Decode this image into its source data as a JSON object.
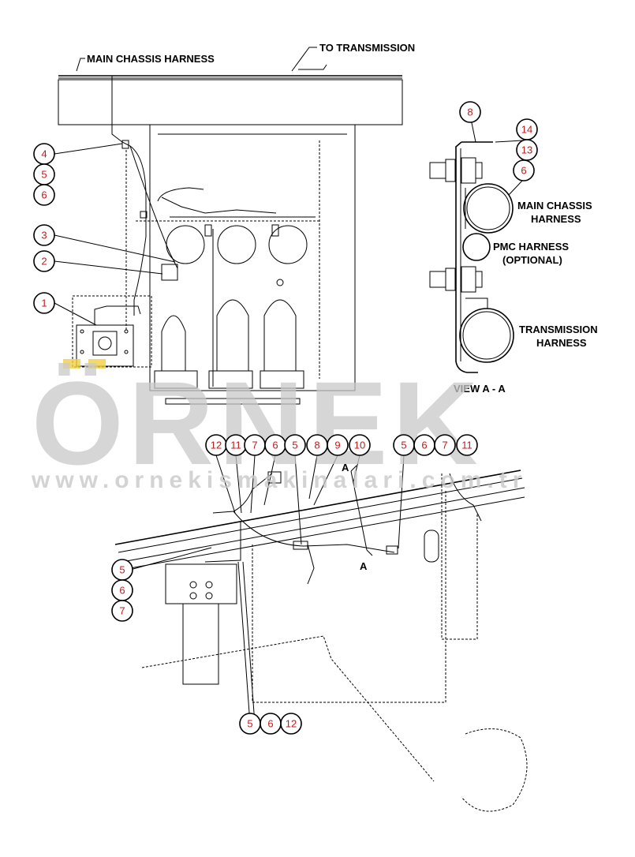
{
  "labels": {
    "main_chassis_harness": "MAIN CHASSIS HARNESS",
    "to_transmission": "TO TRANSMISSION",
    "main_chassis_line1": "MAIN CHASSIS",
    "main_chassis_line2": "HARNESS",
    "pmc_line1": "PMC HARNESS",
    "pmc_line2": "(OPTIONAL)",
    "transmission_line1": "TRANSMISSION",
    "transmission_line2": "HARNESS",
    "view_aa": "VIEW A - A",
    "section_a_top": "A",
    "section_a_bottom": "A"
  },
  "watermark": {
    "brand": "ÖRNEK",
    "url": "www.ornekismakinalari.com.tr",
    "color": "#c9c9c9",
    "accent": "#f2d040"
  },
  "callouts": {
    "upper_left": [
      "4",
      "5",
      "6",
      "3",
      "2",
      "1"
    ],
    "view_aa": [
      "8",
      "14",
      "13",
      "6"
    ],
    "lower_top_row": [
      "12",
      "11",
      "7",
      "6",
      "5",
      "8",
      "9",
      "10"
    ],
    "lower_right_row": [
      "5",
      "6",
      "7",
      "11"
    ],
    "lower_left_stack": [
      "5",
      "6",
      "7"
    ],
    "lower_bottom_row": [
      "5",
      "6",
      "12"
    ]
  },
  "colors": {
    "callout_text": "#c21a1a",
    "line": "#000000"
  }
}
